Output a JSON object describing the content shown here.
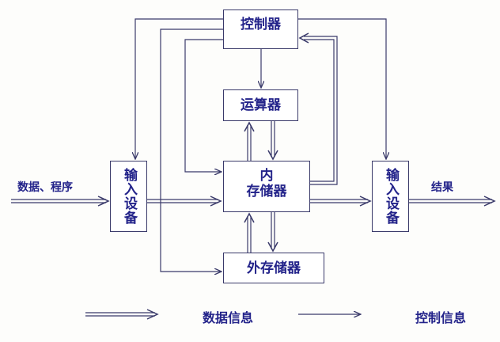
{
  "colors": {
    "line": "#3a3a6a",
    "text": "#23238a",
    "background": "#fdfdfb"
  },
  "nodes": {
    "controller": "控制器",
    "alu": "运算器",
    "memory_line1": "内",
    "memory_line2": "存储器",
    "external_storage": "外存储器",
    "input_device": "输入设备",
    "output_device": "输入设备"
  },
  "labels": {
    "input_label": "数据、程序",
    "output_label": "结果"
  },
  "legend": {
    "data_flow": "数据信息",
    "control_flow": "控制信息"
  }
}
